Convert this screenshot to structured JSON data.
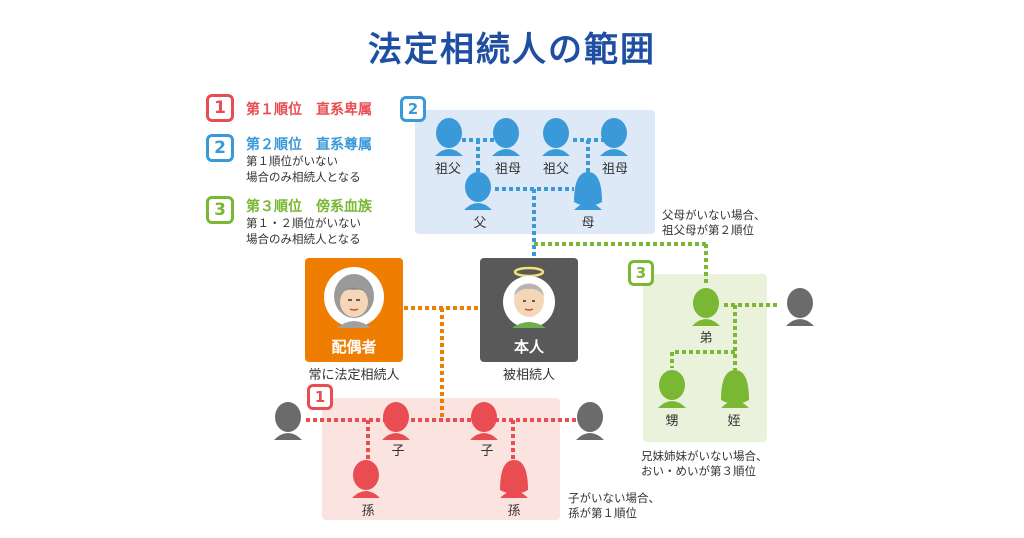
{
  "title": "法定相続人の範囲",
  "legend": [
    {
      "num": "1",
      "title": "第１順位　直系卑属",
      "note": "",
      "color": "#e94d52"
    },
    {
      "num": "2",
      "title": "第２順位　直系尊属",
      "note": "第１順位がいない場合のみ相続人となる",
      "note_lines": [
        "第１順位がいない",
        "場合のみ相続人となる"
      ],
      "color": "#3a9ad9"
    },
    {
      "num": "3",
      "title": "第３順位　傍系血族",
      "note": "第１・２順位がいない場合のみ相続人となる",
      "note_lines": [
        "第１・２順位がいない",
        "場合のみ相続人となる"
      ],
      "color": "#7ab733"
    }
  ],
  "zones": {
    "ascendants": {
      "badge": "2",
      "grandparents": [
        "祖父",
        "祖母",
        "祖父",
        "祖母"
      ],
      "parents": [
        "父",
        "母"
      ],
      "note_lines": [
        "父母がいない場合、",
        "祖父母が第２順位"
      ]
    },
    "descendants": {
      "badge": "1",
      "children": [
        "子",
        "子"
      ],
      "grandchildren": [
        "孫",
        "孫"
      ],
      "note_lines": [
        "子がいない場合、",
        "孫が第１順位"
      ]
    },
    "siblings": {
      "badge": "3",
      "sibling": "弟",
      "nephew": "甥",
      "niece": "姪",
      "note_lines": [
        "兄妹姉妹がいない場合、",
        "おい・めいが第３順位"
      ]
    }
  },
  "spouse": {
    "label": "配偶者",
    "caption": "常に法定相続人",
    "color": "#ef7d00"
  },
  "self": {
    "label": "本人",
    "caption": "被相続人",
    "color": "#595959"
  },
  "colors": {
    "red": "#e94d52",
    "blue": "#3a9ad9",
    "green": "#7ab733",
    "orange": "#ef7d00",
    "gray": "#6b6b6b"
  }
}
